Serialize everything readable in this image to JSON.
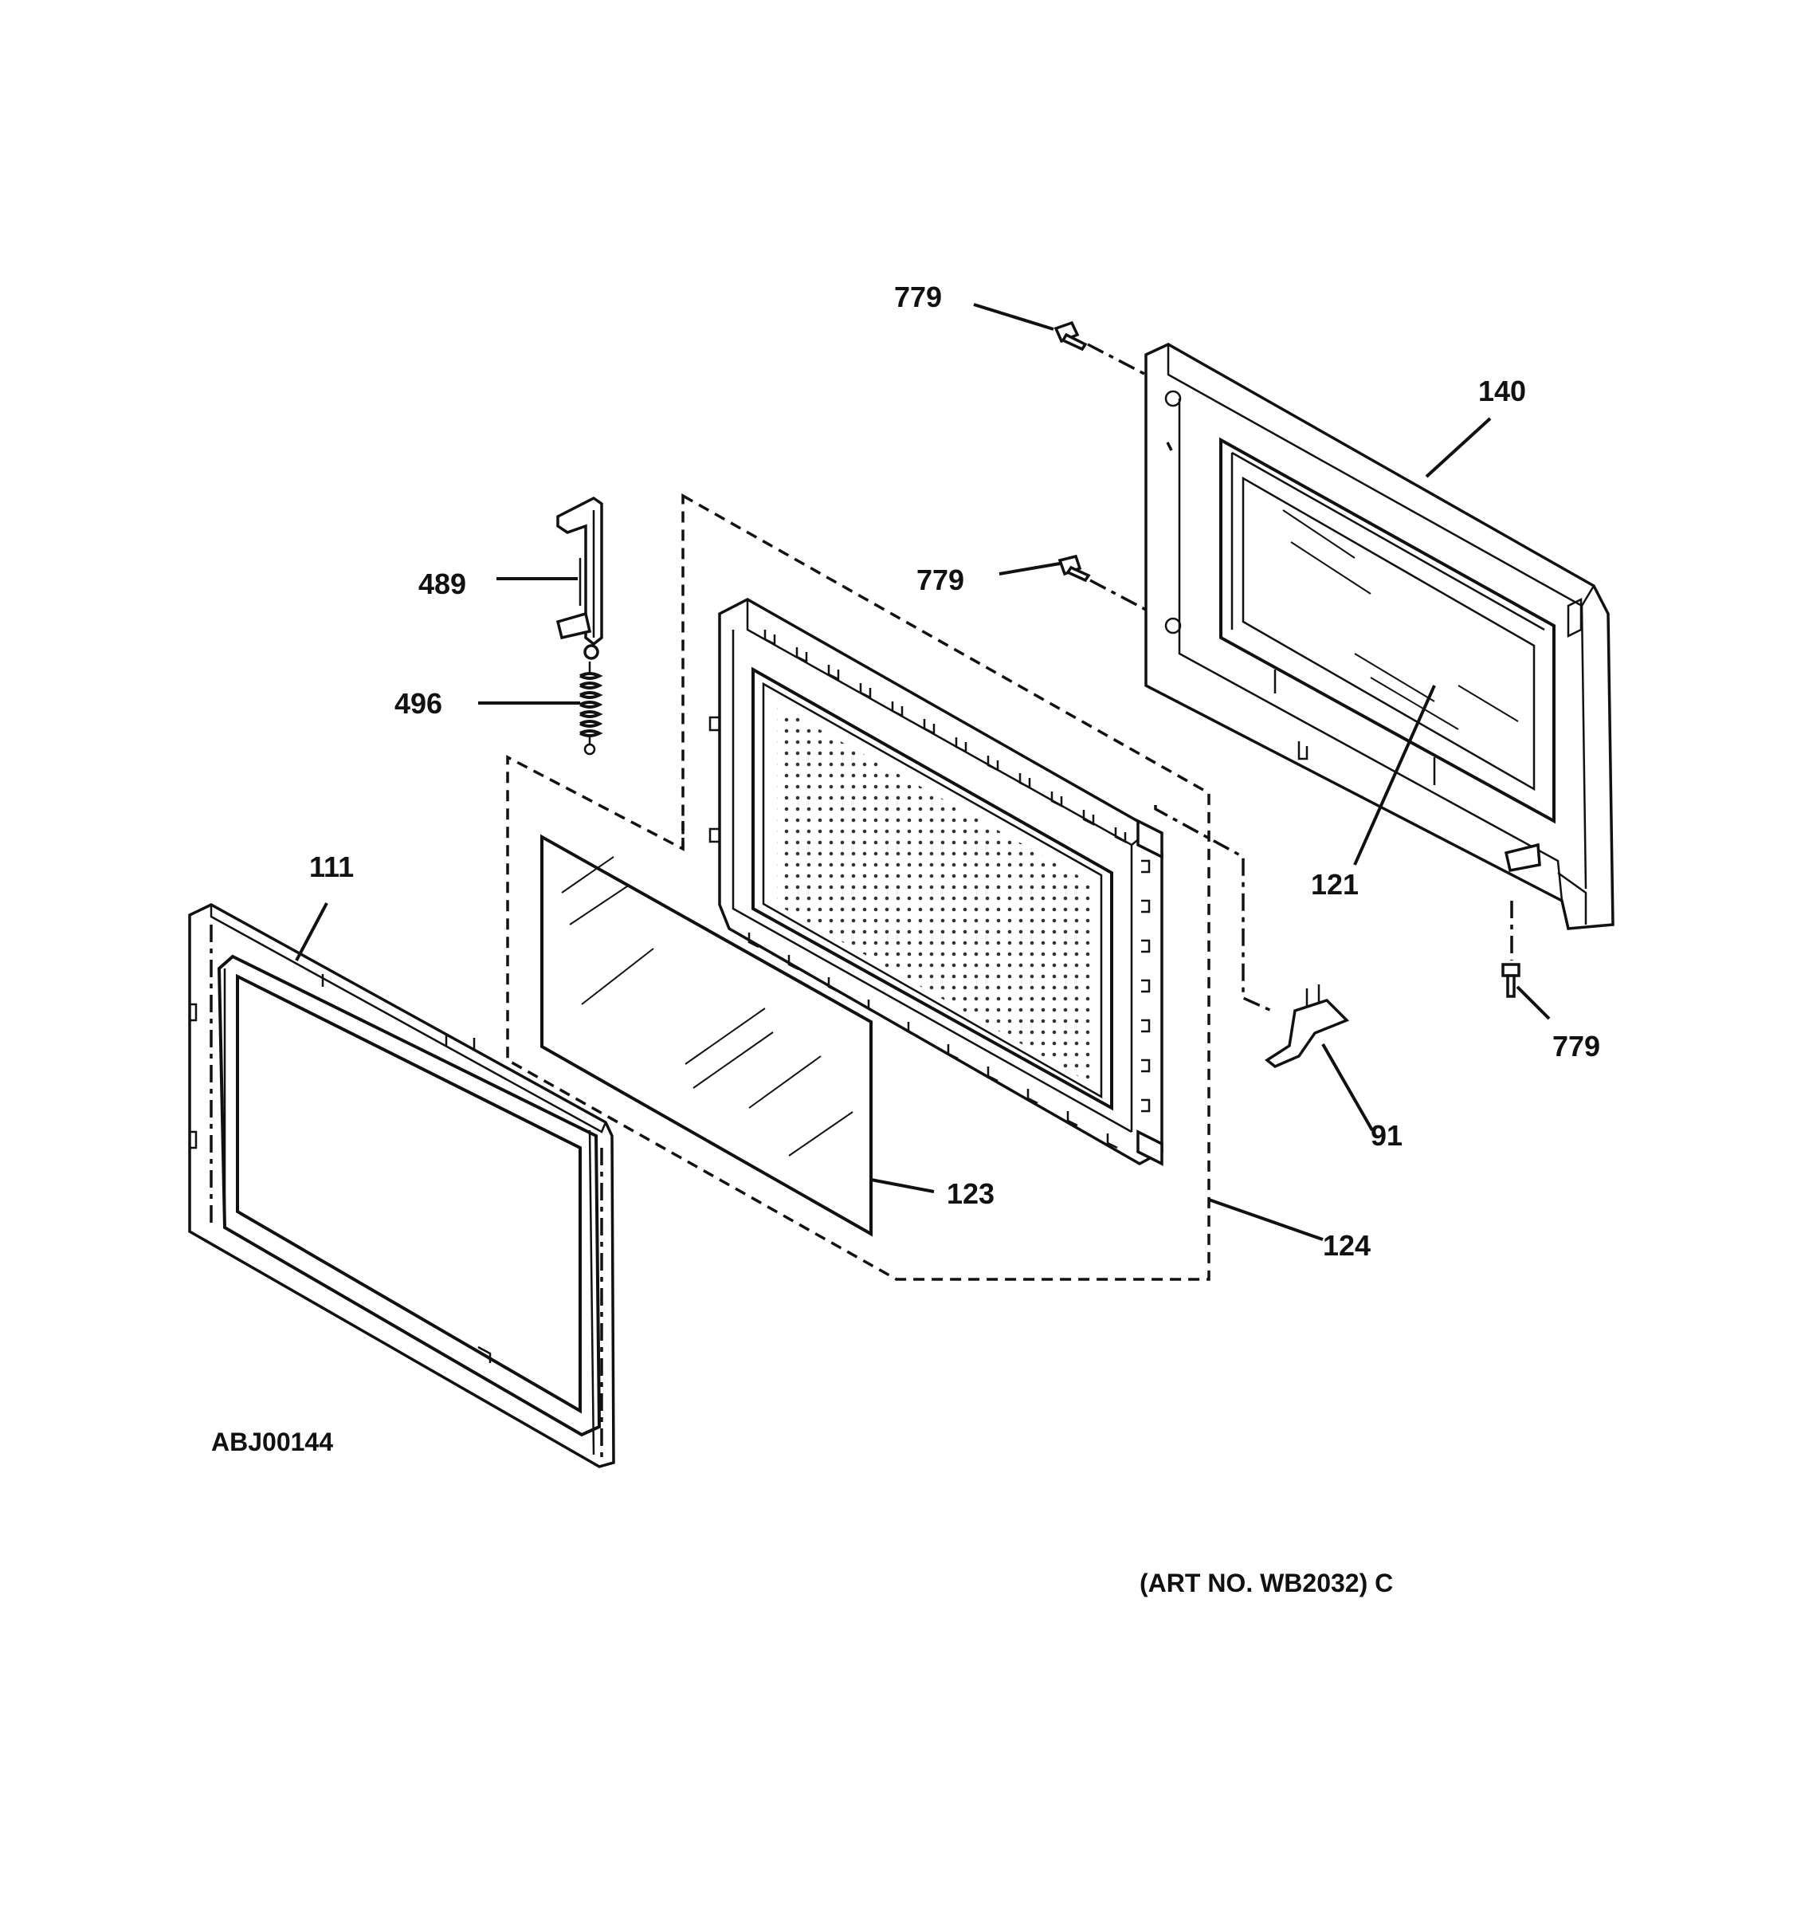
{
  "callouts": {
    "screw_top": "779",
    "screw_mid": "779",
    "screw_bottom": "779",
    "door_frame": "140",
    "door_glass": "121",
    "latch": "489",
    "spring": "496",
    "front_panel": "111",
    "window_glass": "123",
    "door_assembly": "124",
    "bracket": "91"
  },
  "diagram_code": "ABJ00144",
  "art_number": "(ART NO. WB2032) C"
}
